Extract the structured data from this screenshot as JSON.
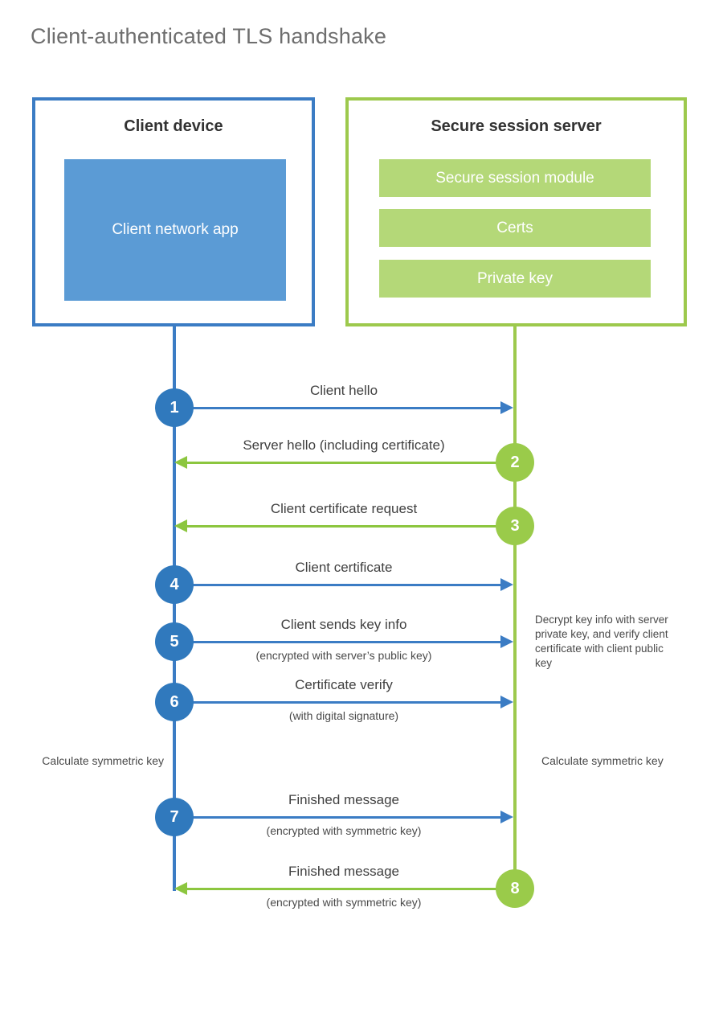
{
  "title": "Client-authenticated TLS handshake",
  "colors": {
    "client_blue": "#3b7cc4",
    "client_circle_blue": "#3079bd",
    "client_app_fill": "#5b9bd5",
    "server_green": "#9dc94d",
    "server_arrow_green": "#8cc63f",
    "server_circle_green": "#9acb4a",
    "server_bar_fill": "#b4d878",
    "title_gray": "#6e6e6e",
    "text_gray": "#404040",
    "background": "#ffffff"
  },
  "client": {
    "title": "Client device",
    "app_label": "Client network app"
  },
  "server": {
    "title": "Secure session server",
    "modules": [
      "Secure session module",
      "Certs",
      "Private key"
    ]
  },
  "steps": [
    {
      "number": "1",
      "label": "Client hello",
      "sublabel": "",
      "direction": "client-to-server",
      "side": "left",
      "color": "blue"
    },
    {
      "number": "2",
      "label": "Server hello (including certificate)",
      "sublabel": "",
      "direction": "server-to-client",
      "side": "right",
      "color": "green"
    },
    {
      "number": "3",
      "label": "Client certificate request",
      "sublabel": "",
      "direction": "server-to-client",
      "side": "right",
      "color": "green"
    },
    {
      "number": "4",
      "label": "Client certificate",
      "sublabel": "",
      "direction": "client-to-server",
      "side": "left",
      "color": "blue"
    },
    {
      "number": "5",
      "label": "Client sends key info",
      "sublabel": "(encrypted with server’s public key)",
      "direction": "client-to-server",
      "side": "left",
      "color": "blue"
    },
    {
      "number": "6",
      "label": "Certificate verify",
      "sublabel": "(with digital signature)",
      "direction": "client-to-server",
      "side": "left",
      "color": "blue"
    },
    {
      "number": "7",
      "label": "Finished message",
      "sublabel": "(encrypted with symmetric key)",
      "direction": "client-to-server",
      "side": "left",
      "color": "blue"
    },
    {
      "number": "8",
      "label": "Finished message",
      "sublabel": "(encrypted with symmetric key)",
      "direction": "server-to-client",
      "side": "right",
      "color": "green"
    }
  ],
  "notes": {
    "server_decrypt": "Decrypt key info with server private key, and verify client certificate with client public key",
    "client_calculate": "Calculate symmetric key",
    "server_calculate": "Calculate symmetric key"
  }
}
